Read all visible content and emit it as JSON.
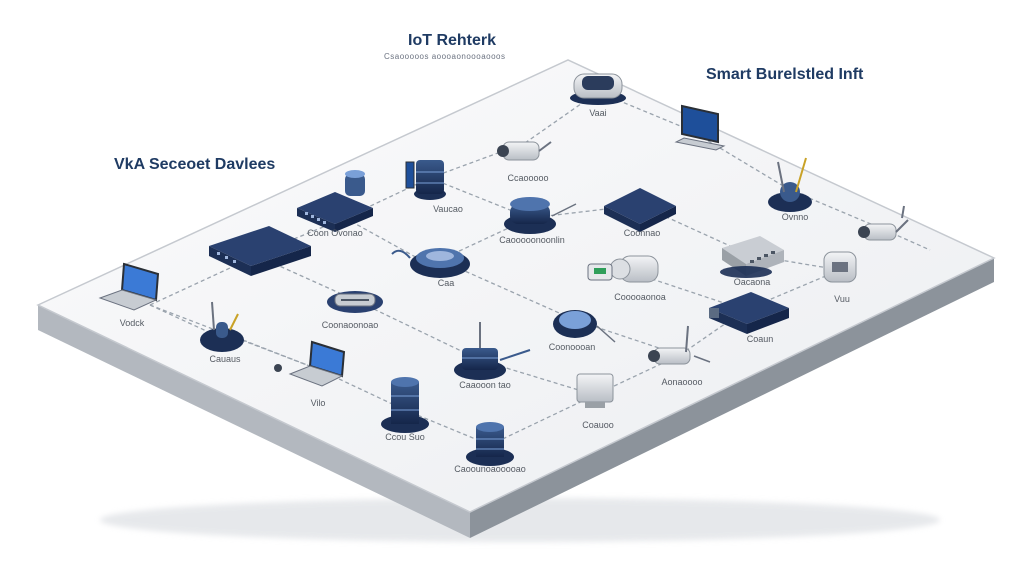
{
  "title": "IoT Rehterk",
  "subtitle": "Csaooooos aoooaonoooaooos",
  "labels": {
    "left": "VkA Seceoet Davlees",
    "right": "Smart Burelstled Inft"
  },
  "palette": {
    "navy": "#1c2f55",
    "navy_light": "#3a5a8c",
    "device_grey": "#cfd4da",
    "platform_top": "#f4f5f7",
    "platform_side": "#9aa0a6",
    "link": "#9aa3ad",
    "caption": "#555b63"
  },
  "devices": [
    {
      "id": "dome-camera-top",
      "icon": "dome-camera-icon",
      "caption": "Vaai"
    },
    {
      "id": "monitor-top-right",
      "icon": "monitor-icon",
      "caption": ""
    },
    {
      "id": "camera-upper",
      "icon": "security-camera-icon",
      "caption": "Ccaooooo"
    },
    {
      "id": "antenna-right",
      "icon": "antenna-hub-icon",
      "caption": "Ovnno"
    },
    {
      "id": "server-stack-upper",
      "icon": "server-stack-icon",
      "caption": "Vaucao"
    },
    {
      "id": "switch-upper-left",
      "icon": "network-switch-icon",
      "caption": "Coon Ovonao"
    },
    {
      "id": "hub-central",
      "icon": "hub-icon",
      "caption": "Caooooonoonlin"
    },
    {
      "id": "router-upper-right",
      "icon": "router-icon",
      "caption": "Coonnao"
    },
    {
      "id": "router-left",
      "icon": "router-icon",
      "caption": ""
    },
    {
      "id": "switch-right",
      "icon": "network-switch-icon",
      "caption": "Oacaona"
    },
    {
      "id": "camera-far-right",
      "icon": "security-camera-icon",
      "caption": "Vuu"
    },
    {
      "id": "laptop-left",
      "icon": "laptop-icon",
      "caption": "Vodck"
    },
    {
      "id": "disc-center",
      "icon": "disc-hub-icon",
      "caption": "Caa"
    },
    {
      "id": "camera-mid",
      "icon": "security-camera-icon",
      "caption": "Cooooaonoa"
    },
    {
      "id": "adapter-left",
      "icon": "adapter-icon",
      "caption": "Coonaoonoao"
    },
    {
      "id": "router-mid-right",
      "icon": "router-icon",
      "caption": "Coaun"
    },
    {
      "id": "disc-right",
      "icon": "disc-hub-icon",
      "caption": "Coonoooan"
    },
    {
      "id": "antenna-left",
      "icon": "antenna-hub-icon",
      "caption": "Cauaus"
    },
    {
      "id": "laptop-lower",
      "icon": "laptop-icon",
      "caption": "Vilo"
    },
    {
      "id": "gateway-lower",
      "icon": "gateway-icon",
      "caption": "Caaooon tao"
    },
    {
      "id": "camera-lower-right",
      "icon": "security-camera-icon",
      "caption": "Aonaoooo"
    },
    {
      "id": "database-lower",
      "icon": "database-icon",
      "caption": "Ccou Suo"
    },
    {
      "id": "printer-lower",
      "icon": "printer-icon",
      "caption": "Coauoo"
    },
    {
      "id": "database-bottom",
      "icon": "database-icon",
      "caption": "Caoounoaooooao"
    }
  ]
}
